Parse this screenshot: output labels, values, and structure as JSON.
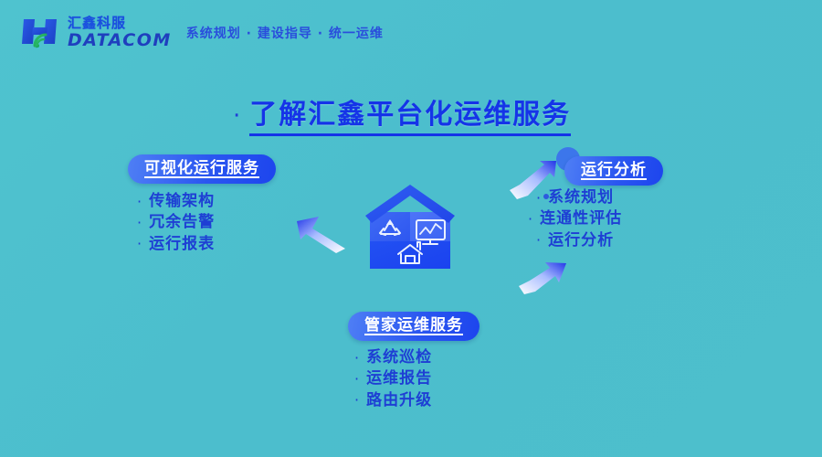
{
  "colors": {
    "background_teal": "#4cbecd",
    "accent_blue": "#1d45ee",
    "text_blue": "#1e3fd4",
    "title_blue": "#1534e8",
    "pill_white": "#ffffff"
  },
  "header": {
    "logo": {
      "icon": "datacom-h-logo-icon",
      "chinese_name": "汇鑫科服",
      "english_name": "DATACOM"
    },
    "tagline": "系统规划 · 建设指导 · 统一运维"
  },
  "title": {
    "bullet": "·",
    "text": "了解汇鑫平台化运维服务"
  },
  "center_graphic": {
    "name": "house-platform-illustration",
    "quadrants": [
      {
        "name": "recycle-icon",
        "label": "recycle"
      },
      {
        "name": "monitor-chart-icon",
        "label": "monitor-chart"
      },
      {
        "name": "home-icon",
        "label": "home"
      }
    ]
  },
  "arrows": [
    {
      "name": "arrow-up-left",
      "direction": "up-left"
    },
    {
      "name": "arrow-up-right-top",
      "direction": "up-right"
    },
    {
      "name": "arrow-up-right-bottom",
      "direction": "up-right"
    }
  ],
  "sections": {
    "left": {
      "badge": "可视化运行服务",
      "items": [
        {
          "bullet": "·",
          "label": "传输架构"
        },
        {
          "bullet": "·",
          "label": "冗余告警"
        },
        {
          "bullet": "·",
          "label": "运行报表"
        }
      ]
    },
    "right": {
      "badge": "运行分析",
      "items": [
        {
          "bullet": "·",
          "label": "系统规划"
        },
        {
          "bullet": "·",
          "label": "连通性评估"
        },
        {
          "bullet": "·",
          "label": "运行分析"
        }
      ]
    },
    "bottom": {
      "badge": "管家运维服务",
      "items": [
        {
          "bullet": "·",
          "label": "系统巡检"
        },
        {
          "bullet": "·",
          "label": "运维报告"
        },
        {
          "bullet": "·",
          "label": "路由升级"
        }
      ]
    }
  }
}
